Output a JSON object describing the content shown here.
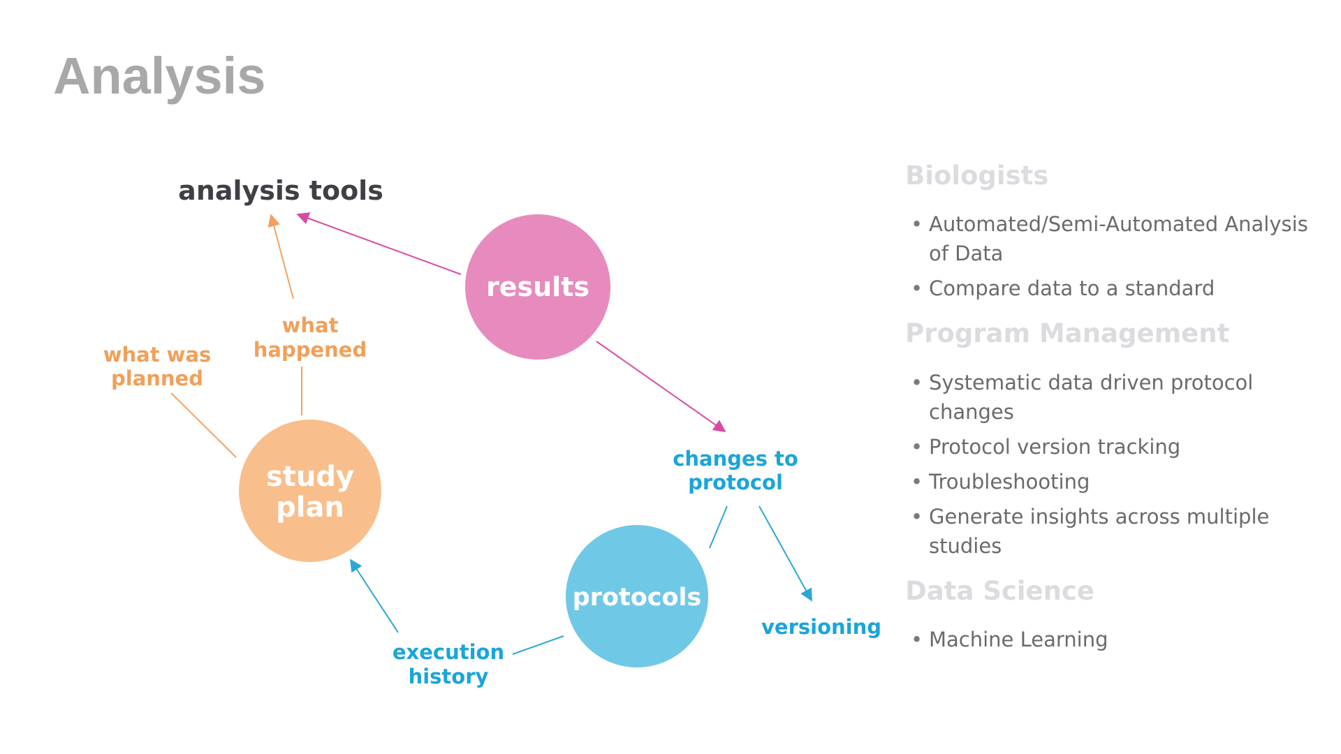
{
  "title": "Analysis",
  "colors": {
    "results": "#e78bbe",
    "study_plan": "#f8bf8d",
    "protocols": "#70c8e7",
    "orange_text": "#f0a05a",
    "blue_text": "#1aa5d9",
    "dark_text": "#3f4045",
    "pink_arrow": "#d94aa4",
    "orange_arrow": "#f3a060",
    "blue_arrow": "#2aa7d4"
  },
  "diagram": {
    "nodes": {
      "results": "results",
      "study_plan_line1": "study",
      "study_plan_line2": "plan",
      "protocols": "protocols"
    },
    "labels": {
      "analysis_tools": "analysis tools",
      "what_happened_line1": "what",
      "what_happened_line2": "happened",
      "what_was_planned_line1": "what was",
      "what_was_planned_line2": "planned",
      "changes_to_protocol_line1": "changes to",
      "changes_to_protocol_line2": "protocol",
      "versioning": "versioning",
      "execution_history_line1": "execution",
      "execution_history_line2": "history"
    }
  },
  "sidebar": {
    "sections": [
      {
        "heading": "Biologists",
        "items": [
          "Automated/Semi-Automated Analysis of Data",
          "Compare data to a standard"
        ]
      },
      {
        "heading": "Program Management",
        "items": [
          "Systematic data driven protocol changes",
          "Protocol version tracking",
          "Troubleshooting",
          "Generate insights across multiple studies"
        ]
      },
      {
        "heading": "Data Science",
        "items": [
          "Machine Learning"
        ]
      }
    ]
  }
}
